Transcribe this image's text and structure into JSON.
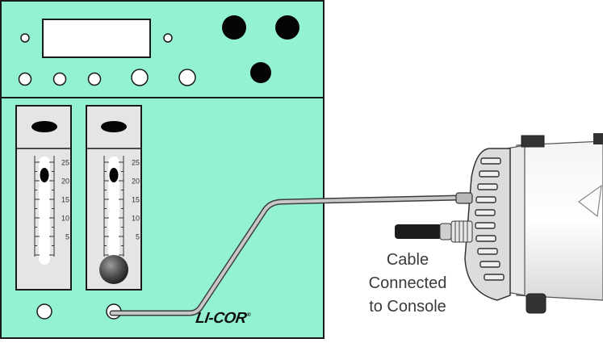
{
  "brand": {
    "name": "LI-COR",
    "mark": "®"
  },
  "callout": {
    "line1": "Cable",
    "line2": "Connected",
    "line3": "to Console"
  },
  "gauges": [
    {
      "ticks": [
        "25",
        "20",
        "15",
        "10",
        "5"
      ]
    },
    {
      "ticks": [
        "25",
        "20",
        "15",
        "10",
        "5"
      ]
    }
  ],
  "colors": {
    "console": "#94f2d4",
    "outline": "#1a1a1a",
    "display": "#ffffff",
    "cable": "#c8c8c8"
  }
}
